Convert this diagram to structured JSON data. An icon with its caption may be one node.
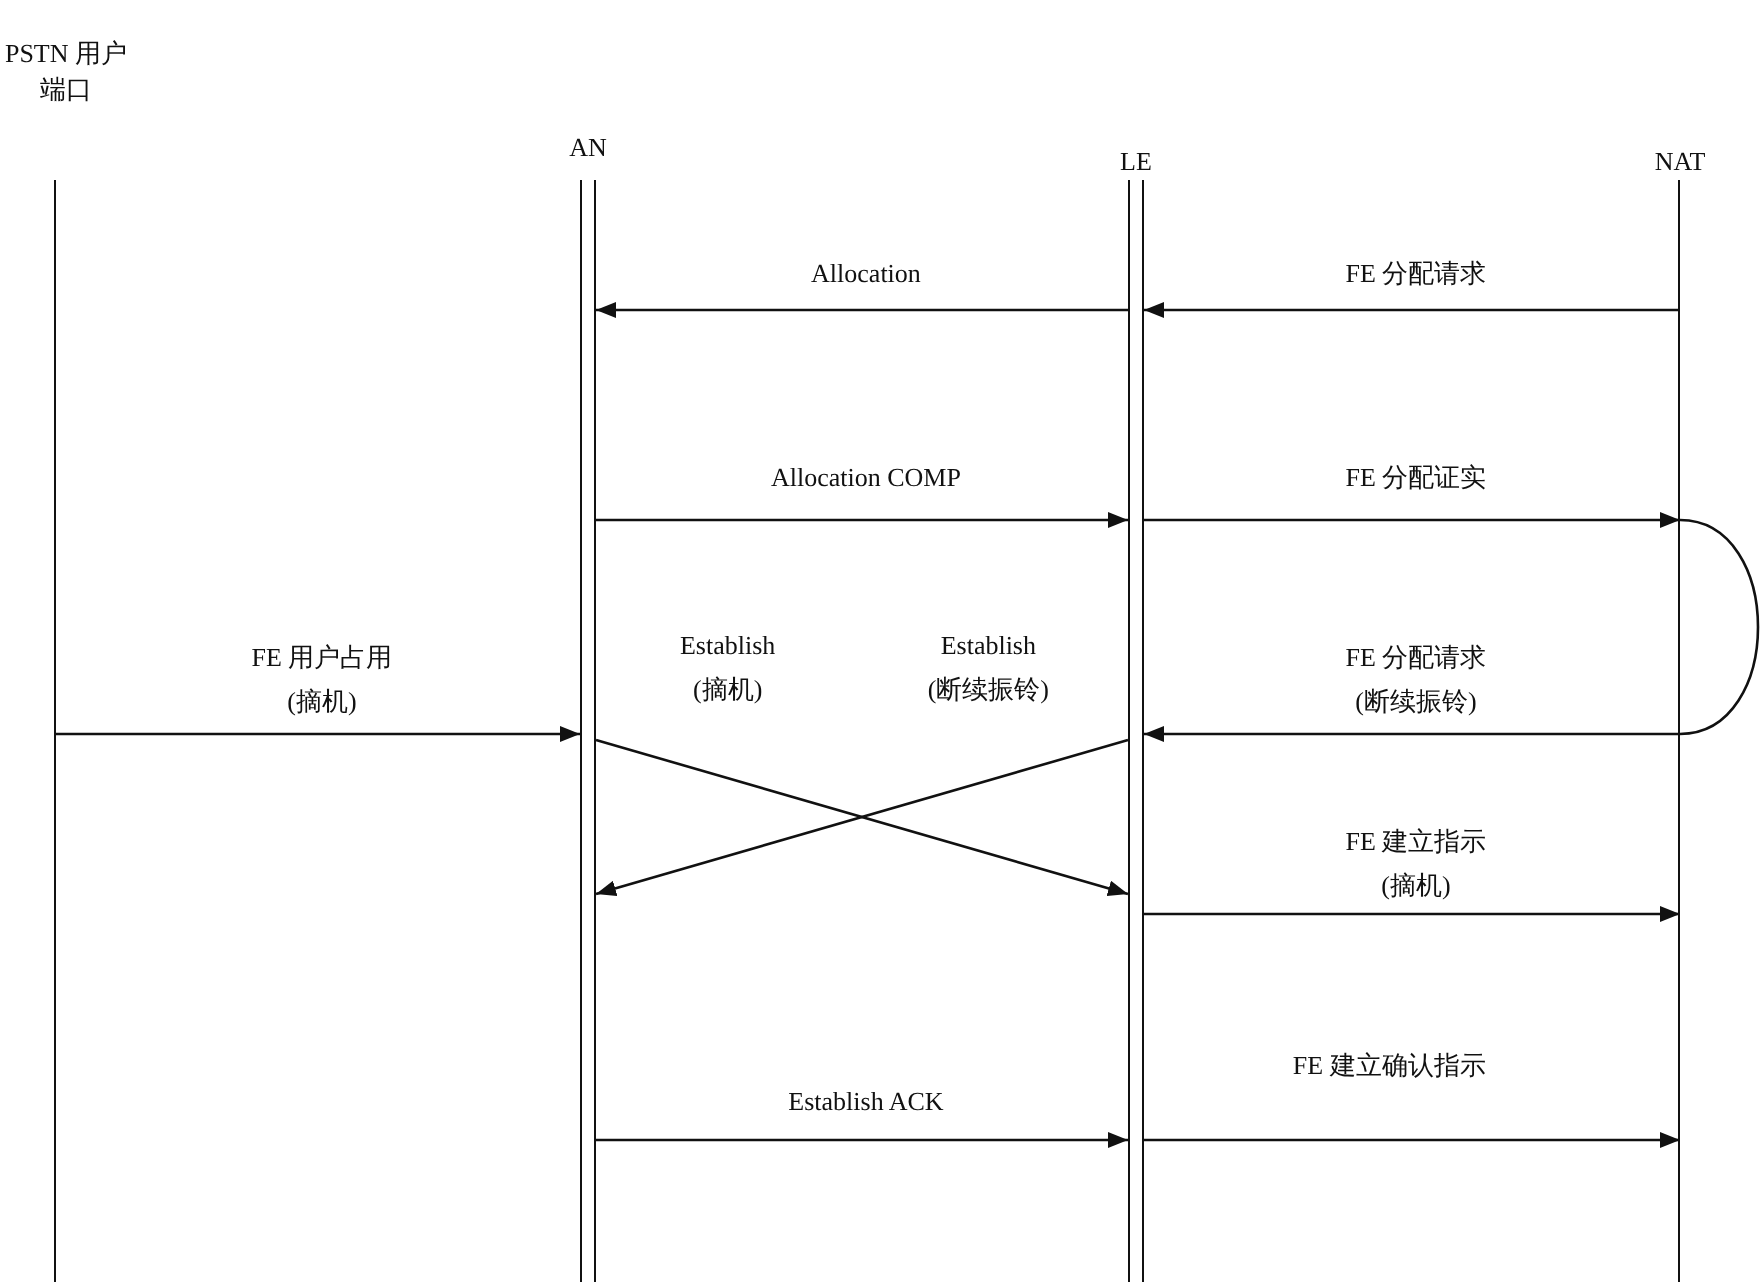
{
  "diagram": {
    "nodes": [
      {
        "text": [
          "PSTN 用户端口"
        ]
      },
      {
        "text": [
          "AN"
        ]
      },
      {
        "text": [
          "LE"
        ]
      },
      {
        "text": [
          "NAT"
        ]
      }
    ],
    "edges": [
      {
        "from": 2,
        "to": 1,
        "arrow": "to",
        "label": "Allocation"
      },
      {
        "from": 3,
        "to": 2,
        "arrow": "to",
        "label": "FE 分配请求"
      },
      {
        "from": 1,
        "to": 2,
        "arrow": "to",
        "label": "Allocation COMP"
      },
      {
        "from": 2,
        "to": 3,
        "arrow": "to",
        "label": "FE 分配证实"
      },
      {
        "from": 3,
        "to": 3,
        "arrow": "none"
      },
      {
        "from": 3,
        "to": 2,
        "arrow": "to",
        "label": "FE 分配请求 (断续振铃)"
      },
      {
        "from": 0,
        "to": 1,
        "arrow": "to",
        "label": "FE 用户占用 (摘机)"
      },
      {
        "from": 1,
        "to": 2,
        "arrow": "to",
        "label": "Establish (摘机)"
      },
      {
        "from": 2,
        "to": 1,
        "arrow": "to",
        "label": "Establish (断续振铃)"
      },
      {
        "from": 2,
        "to": 3,
        "arrow": "to",
        "label": "FE 建立指示 (摘机)"
      },
      {
        "from": 1,
        "to": 2,
        "arrow": "to",
        "label": "Establish ACK"
      },
      {
        "from": 2,
        "to": 3,
        "arrow": "to",
        "label": "FE 建立确认指示"
      }
    ]
  }
}
